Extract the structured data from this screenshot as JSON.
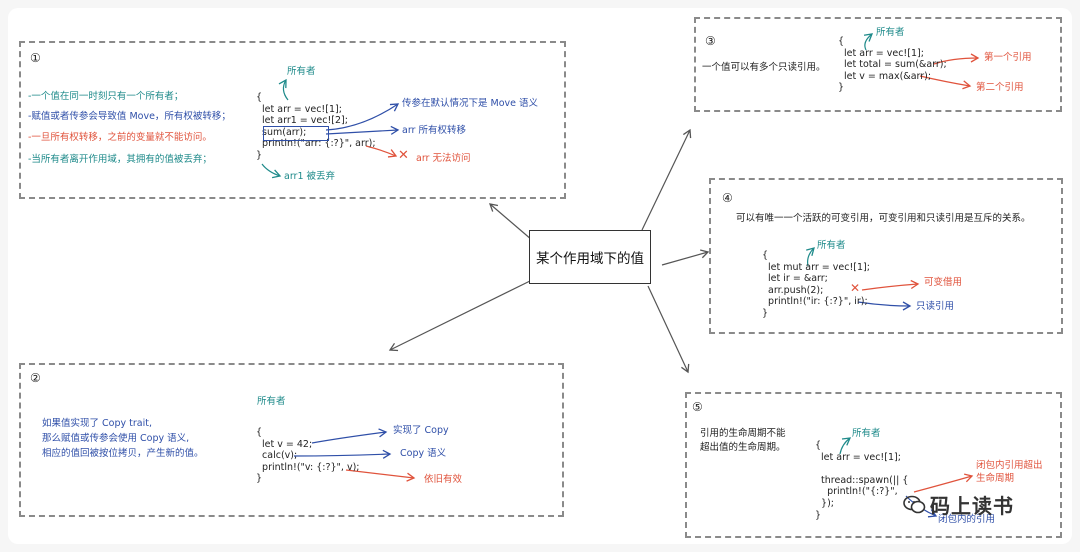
{
  "center": "某个作用域下的值",
  "box1": {
    "num": "①",
    "rules": [
      "-一个值在同一时刻只有一个所有者；",
      "-赋值或者传参会导致值 Move，所有权被转移；",
      "-一旦所有权转移，之前的变量就不能访问。",
      "-当所有者离开作用域，其拥有的值被丢弃；"
    ],
    "owner": "所有者",
    "code": "{\n  let arr = vec![1];\n  let arr1 = vec![2];\n  sum(arr);\n  println!(\"arr: {:?}\", arr);\n}",
    "notes": {
      "move_semantics": "传参在默认情况下是 Move 语义",
      "moved": "arr 所有权转移",
      "cross": "✕",
      "no_access": "arr 无法访问",
      "dropped": "arr1 被丢弃"
    }
  },
  "box2": {
    "num": "②",
    "desc": [
      "如果值实现了 Copy trait,",
      "那么赋值或传参会使用 Copy 语义,",
      "相应的值回被按位拷贝，产生新的值。"
    ],
    "owner": "所有者",
    "code": "{\n  let v = 42;\n  calc(v);\n  println!(\"v: {:?}\", v);\n}",
    "notes": {
      "impl_copy": "实现了 Copy",
      "copy_sem": "Copy 语义",
      "still_valid": "依旧有效"
    }
  },
  "box3": {
    "num": "③",
    "desc": "一个值可以有多个只读引用。",
    "owner": "所有者",
    "code": "{\n  let arr = vec![1];\n  let total = sum(&arr);\n  let v = max(&arr);\n}",
    "notes": {
      "first": "第一个引用",
      "second": "第二个引用"
    }
  },
  "box4": {
    "num": "④",
    "desc": "可以有唯一一个活跃的可变引用，可变引用和只读引用是互斥的关系。",
    "owner": "所有者",
    "code": "{\n  let mut arr = vec![1];\n  let ir = &arr;\n  arr.push(2);\n  println!(\"ir: {:?}\", ir);\n}",
    "notes": {
      "cross": "✕",
      "mutable": "可变借用",
      "readonly": "只读引用"
    }
  },
  "box5": {
    "num": "⑤",
    "desc": [
      "引用的生命周期不能",
      "超出值的生命周期。"
    ],
    "owner": "所有者",
    "code": "{\n  let arr = vec![1];\n\n  thread::spawn(|| {\n    println!(\"{:?}\", \n  });\n}",
    "notes": {
      "exceeds": [
        "闭包内引用超出",
        "生命周期"
      ],
      "closure_ref": "闭包内的引用"
    }
  },
  "watermark": "码上读书",
  "colors": {
    "teal": "#1e8a8a",
    "blue": "#2f4fa8",
    "red": "#e0533c"
  }
}
